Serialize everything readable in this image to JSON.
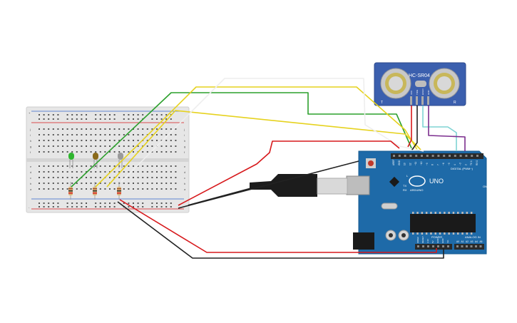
{
  "sensor": {
    "model": "HC-SR04",
    "pins": [
      "VCC",
      "TRIG",
      "ECHO",
      "GND"
    ],
    "mark_left": "T",
    "mark_right": "R"
  },
  "arduino": {
    "brand": "ARDUINO",
    "model": "UNO",
    "digital_label": "DIGITAL (PWM~)",
    "analog_label": "ANALOG IN",
    "power_label": "POWER",
    "header_top": [
      "AREF",
      "GND",
      "13",
      "12",
      "~11",
      "~10",
      "~9",
      "8",
      "7",
      "~6",
      "~5",
      "4",
      "~3",
      "2",
      "TX 1",
      "RX 0"
    ],
    "power_pins": [
      "IOREF",
      "RESET",
      "3.3V",
      "5V",
      "GND",
      "GND",
      "Vin"
    ],
    "analog_pins": [
      "A0",
      "A1",
      "A2",
      "A3",
      "A4",
      "A5"
    ],
    "leds": [
      "L",
      "TX",
      "RX",
      "ON"
    ]
  },
  "breadboard": {
    "row_letters_top": [
      "j",
      "i",
      "h",
      "g",
      "f"
    ],
    "row_letters_bottom": [
      "e",
      "d",
      "c",
      "b",
      "a"
    ],
    "rail_signs": [
      "+",
      "-"
    ]
  },
  "components": {
    "leds": [
      {
        "color": "green",
        "hex": "#2fb52f"
      },
      {
        "color": "yellow",
        "hex": "#8a6a1a"
      },
      {
        "color": "red",
        "hex": "#9a9a9a"
      }
    ]
  },
  "colors": {
    "wire_green": "#2ca02c",
    "wire_yellow": "#e6d21e",
    "wire_white": "#f2f2f2",
    "wire_red": "#d7191c",
    "wire_black": "#222222",
    "wire_cyan": "#7fd4d4",
    "wire_purple": "#7b2d8e",
    "board_blue": "#1e6aa8",
    "sensor_blue": "#3b5fae"
  }
}
